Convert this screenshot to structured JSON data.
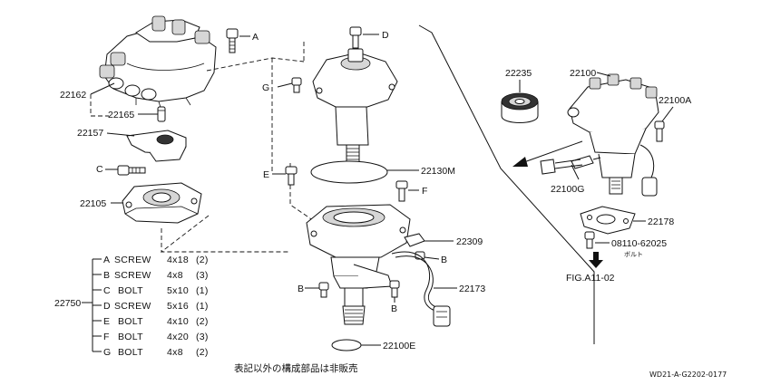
{
  "parts": {
    "p22162": "22162",
    "p22165": "22165",
    "p22157": "22157",
    "p22105": "22105",
    "p22130M": "22130M",
    "p22309": "22309",
    "p22173": "22173",
    "p22100E": "22100E",
    "p22235": "22235",
    "p22100": "22100",
    "p22100A": "22100A",
    "p22100G": "22100G",
    "p22178": "22178",
    "p08110": "08110-62025",
    "bolt_jp": "ボルト",
    "fig_ref": "FIG.A11-02"
  },
  "callouts": {
    "A": "A",
    "C": "C",
    "D": "D",
    "G": "G",
    "E": "E",
    "F": "F",
    "B1": "B",
    "B2": "B",
    "B3": "B"
  },
  "legend": {
    "group": "22750",
    "rows": [
      {
        "letter": "A",
        "type": "SCREW",
        "size": "4x18",
        "qty": "(2)"
      },
      {
        "letter": "B",
        "type": "SCREW",
        "size": "4x8",
        "qty": "(3)"
      },
      {
        "letter": "C",
        "type": "BOLT",
        "size": "5x10",
        "qty": "(1)"
      },
      {
        "letter": "D",
        "type": "SCREW",
        "size": "5x16",
        "qty": "(1)"
      },
      {
        "letter": "E",
        "type": "BOLT",
        "size": "4x10",
        "qty": "(2)"
      },
      {
        "letter": "F",
        "type": "BOLT",
        "size": "4x20",
        "qty": "(3)"
      },
      {
        "letter": "G",
        "type": "BOLT",
        "size": "4x8",
        "qty": "(2)"
      }
    ]
  },
  "notes": {
    "footnote": "表記以外の構成部品は非販売",
    "drawing_code": "WD21-A-G2202-0177"
  }
}
